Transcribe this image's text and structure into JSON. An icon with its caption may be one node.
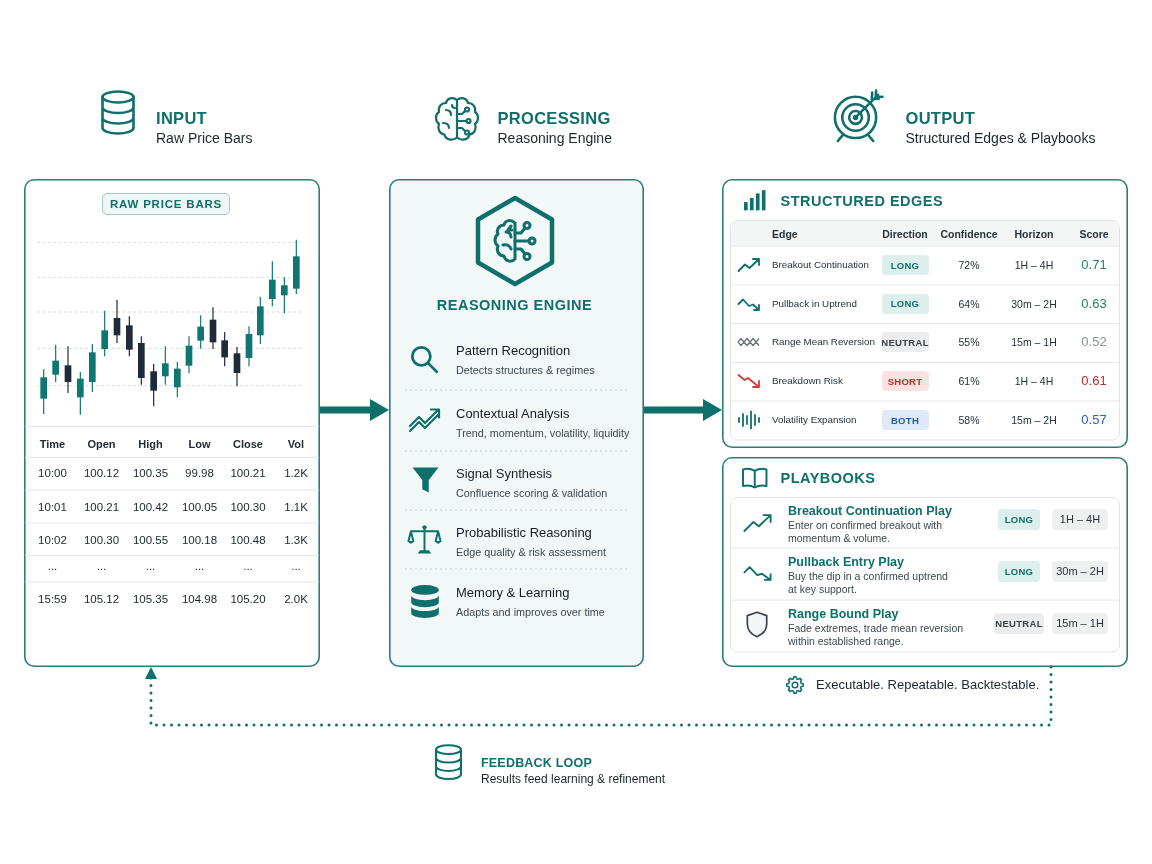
{
  "diagram": {
    "nodes": [
      {
        "text": [],
        "shape": "box"
      },
      {
        "text": [
          "RAW PRICE BARS"
        ],
        "in": 0
      },
      {
        "text": [
          "REASONING ENGINE"
        ]
      },
      {
        "text": [
          "STRUCTURED EDGES"
        ]
      },
      {
        "text": [
          "LONG"
        ],
        "in": 3
      },
      {
        "text": [
          "LONG"
        ],
        "in": 3
      },
      {
        "text": [
          "NEUTRAL"
        ],
        "in": 3
      },
      {
        "text": [
          "SHORT"
        ],
        "in": 3
      },
      {
        "text": [
          "BOTH"
        ],
        "in": 3
      },
      {
        "text": [
          "PLAYBOOKS"
        ]
      },
      {
        "text": [
          "LONG"
        ],
        "in": 9
      },
      {
        "text": [
          "1H – 4H"
        ],
        "in": 9
      },
      {
        "text": [
          "LONG"
        ],
        "in": 9
      },
      {
        "text": [
          "30m – 2H"
        ],
        "in": 9
      },
      {
        "text": [
          "NEUTRAL"
        ],
        "in": 9
      },
      {
        "text": [
          "15m – 1H"
        ],
        "in": 9
      }
    ],
    "edges": [
      {
        "from": 0,
        "to": 2,
        "arrow": "to"
      },
      {
        "from": 2,
        "to": 3,
        "arrow": "to"
      },
      {
        "from": 9,
        "to": 0,
        "arrow": "to",
        "style": "dashed"
      }
    ],
    "labels": [
      "INPUT",
      "Raw Price Bars",
      "PROCESSING",
      "Reasoning Engine",
      "OUTPUT",
      "Structured Edges & Playbooks",
      "Time",
      "Open",
      "High",
      "Low",
      "Close",
      "Vol",
      "10:00",
      "100.12",
      "100.35",
      "99.98",
      "100.21",
      "1.2K",
      "10:01",
      "100.21",
      "100.42",
      "100.05",
      "100.30",
      "1.1K",
      "10:02",
      "100.30",
      "100.55",
      "100.18",
      "100.48",
      "1.3K",
      "...",
      "...",
      "...",
      "...",
      "...",
      "...",
      "15:59",
      "105.12",
      "105.35",
      "104.98",
      "105.20",
      "2.0K",
      "Pattern Recognition",
      "Detects structures & regimes",
      "Contextual Analysis",
      "Trend, momentum, volatility, liquidity",
      "Signal Synthesis",
      "Confluence scoring & validation",
      "Probabilistic Reasoning",
      "Edge quality & risk assessment",
      "Memory & Learning",
      "Adapts and improves over time",
      "Edge",
      "Direction",
      "Confidence",
      "Horizon",
      "Score",
      "Breakout Continuation",
      "72%",
      "1H – 4H",
      "0.71",
      "Pullback in Uptrend",
      "64%",
      "30m – 2H",
      "0.63",
      "Range Mean Reversion",
      "55%",
      "15m – 1H",
      "0.52",
      "Breakdown Risk",
      "61%",
      "1H – 4H",
      "0.61",
      "Volatility Expansion",
      "58%",
      "15m – 2H",
      "0.57",
      "Breakout Continuation Play",
      "Enter on confirmed breakout with momentum & volume.",
      "Pullback Entry Play",
      "Buy the dip in a confirmed uptrend at key support.",
      "Range Bound Play",
      "Fade extremes, trade mean reversion within established range.",
      "Executable. Repeatable. Backtestable.",
      "FEEDBACK LOOP",
      "Results feed learning & refinement"
    ]
  }
}
